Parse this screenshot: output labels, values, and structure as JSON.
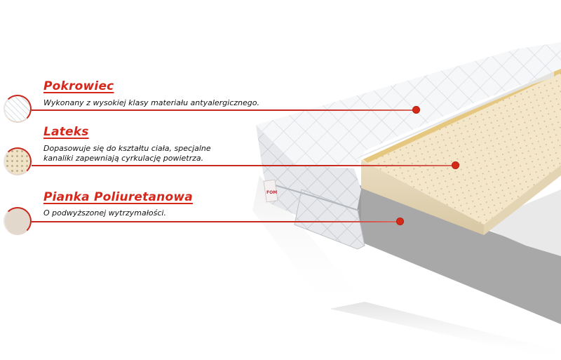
{
  "features": [
    {
      "id": "cover",
      "title": "Pokrowiec",
      "description_lines": [
        "Wykonany z wysokiej klasy materiału antyalergicznego."
      ],
      "swatch_icon": "quilted-fabric-swatch-icon"
    },
    {
      "id": "latex",
      "title": "Lateks",
      "description_lines": [
        "Dopasowuje się do kształtu ciała, specjalne",
        "kanaliki zapewniają cyrkulację powietrza."
      ],
      "swatch_icon": "perforated-latex-swatch-icon"
    },
    {
      "id": "foam",
      "title": "Pianka Poliuretanowa",
      "description_lines": [
        "O podwyższonej wytrzymałości."
      ],
      "swatch_icon": "foam-swatch-icon"
    }
  ],
  "product": {
    "label_text": "FOM"
  },
  "colors": {
    "accent": "#d4281c",
    "latex": "#f1e4c6",
    "foam_side": "#a9a9a9",
    "cover": "#f3f4f6"
  }
}
